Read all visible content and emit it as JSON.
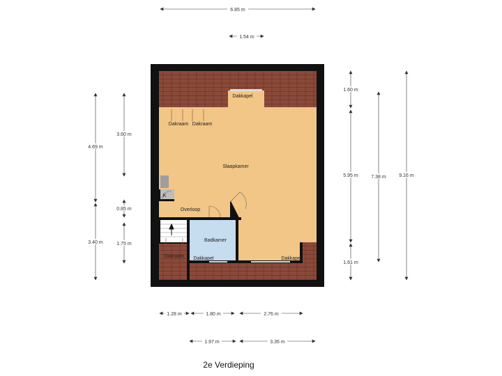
{
  "title": "2e Verdieping",
  "rooms": {
    "slaapkamer": "Slaapkamer",
    "overloop": "Overloop",
    "badkamer": "Badkamer",
    "kast": "K",
    "dakkapel_top": "Dakkapel",
    "dakkapel_bath": "Dakkapel",
    "dakkapel_right": "Dakkapel",
    "dakraam_1": "Dakraam",
    "dakraam_2": "Dakraam",
    "dakraam_3": "Dakraam"
  },
  "dimensions": {
    "top_total": "6.85 m",
    "top_dormer": "1.54 m",
    "left_upper": "3.60 m",
    "left_total_upper": "4.69 m",
    "left_mid": "0.85 m",
    "left_lower": "1.75 m",
    "left_total_lower": "3.40 m",
    "right_top": "1.60 m",
    "right_mid": "5.95 m",
    "right_bottom": "1.61 m",
    "right_total": "7.38 m",
    "right_outer_total": "9.16 m",
    "bottom_1": "1.28 m",
    "bottom_2": "1.80 m",
    "bottom_3": "2.76 m",
    "bottom_4": "1.97 m",
    "bottom_5": "3.35 m"
  },
  "colors": {
    "floor": "#f2c686",
    "bath": "#c6dcef",
    "roof": "#8a4a3a",
    "wall": "#111111"
  }
}
